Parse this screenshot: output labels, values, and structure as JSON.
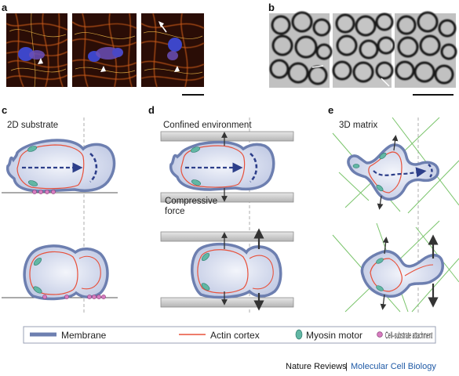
{
  "panels": {
    "a": "a",
    "b": "b",
    "c": "c",
    "d": "d",
    "e": "e"
  },
  "context_labels": {
    "c": "2D substrate",
    "d_top": "Confined environment",
    "d_force_line1": "Compressive",
    "d_force_line2": "force",
    "e": "3D matrix"
  },
  "legend": {
    "membrane": "Membrane",
    "actin": "Actin cortex",
    "myosin": "Myosin motor",
    "attachment": "Cell–substrate attachment"
  },
  "credit": {
    "journal": "Nature Reviews",
    "separator": "|",
    "section": "Molecular Cell Biology"
  },
  "colors": {
    "membrane": "#6d7fb0",
    "actin": "#e8503a",
    "myosin": "#62b7a4",
    "attachment": "#d77cc0",
    "matrix_fibre": "#7ac46b",
    "confinement": "#c8c8c8",
    "journal_blue": "#1f5aa6"
  }
}
